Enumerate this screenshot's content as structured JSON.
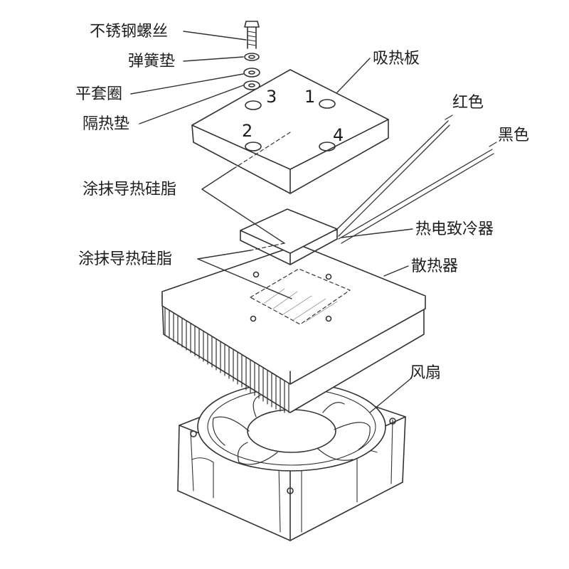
{
  "diagram": {
    "parts": {
      "screw": "不锈钢螺丝",
      "spring_washer": "弹簧垫",
      "flat_washer": "平套圈",
      "insulation_pad": "隔热垫",
      "cold_plate": "吸热板",
      "red_wire": "红色",
      "black_wire": "黑色",
      "thermal_paste_upper": "涂抹导热硅脂",
      "thermal_paste_lower": "涂抹导热硅脂",
      "tec_module": "热电致冷器",
      "heatsink": "散热器",
      "fan": "风扇"
    },
    "hole_numbers": [
      "1",
      "2",
      "3",
      "4"
    ]
  },
  "colors": {
    "line": "#333333",
    "text": "#1e1e1e",
    "paper": "#ffffff"
  }
}
